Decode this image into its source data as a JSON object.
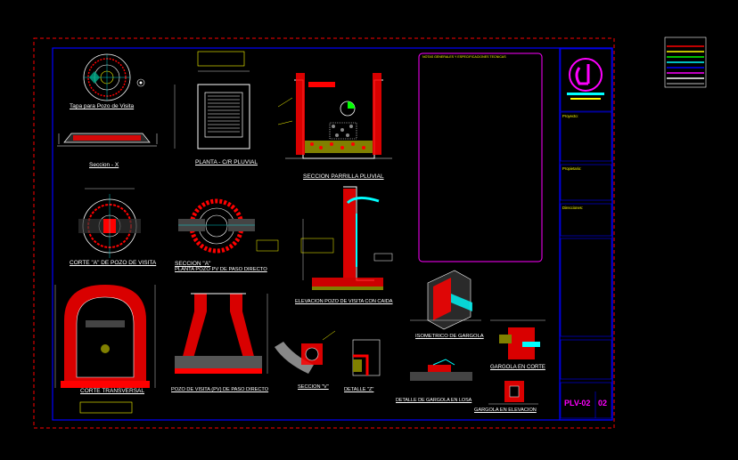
{
  "drawing": {
    "views": {
      "tapa": "Tapa para Pozo de Visita",
      "seccion_x": "Seccion - X",
      "planta_rejilla": "PLANTA - C/R PLUVIAL",
      "seccion_parrilla": "SECCION PARRILLA PLUVIAL",
      "corte_a": "CORTE \"A\" DE POZO DE VISITA",
      "seccion_a": "SECCION \"A\"",
      "planta_pozo": "PLANTA POZO PV DE PASO DIRECTO",
      "elevacion_pozo": "ELEVACION POZO DE VISITA CON CAIDA",
      "isometrico": "ISOMETRICO DE GARGOLA",
      "corte_transversal": "CORTE TRANSVERSAL",
      "pozo_paso": "POZO DE VISITA (PV) DE PASO DIRECTO",
      "seccion_v": "SECCION \"V\"",
      "detalle_z": "DETALLE \"Z\"",
      "detalle_gargola": "DETALLE DE GARGOLA EN LOSA",
      "gargola_corte": "GARGOLA EN CORTE",
      "gargola_elevacion": "GARGOLA EN ELEVACION"
    },
    "notes_title": "NOTAS GENERALES Y ESPECIFICACIONES TECNICAS"
  },
  "title_block": {
    "proyecto_label": "Proyecto:",
    "propietario_label": "Propietario:",
    "direcciones_label": "Direcciones:",
    "sheet_code": "PLV-02",
    "sheet_number": "02"
  },
  "colors": {
    "frame": "#ff0000",
    "inner_border": "#0000ff",
    "accent_red": "#ff0000",
    "accent_yellow": "#ffff00",
    "accent_cyan": "#00ffff",
    "accent_magenta": "#ff00ff"
  }
}
